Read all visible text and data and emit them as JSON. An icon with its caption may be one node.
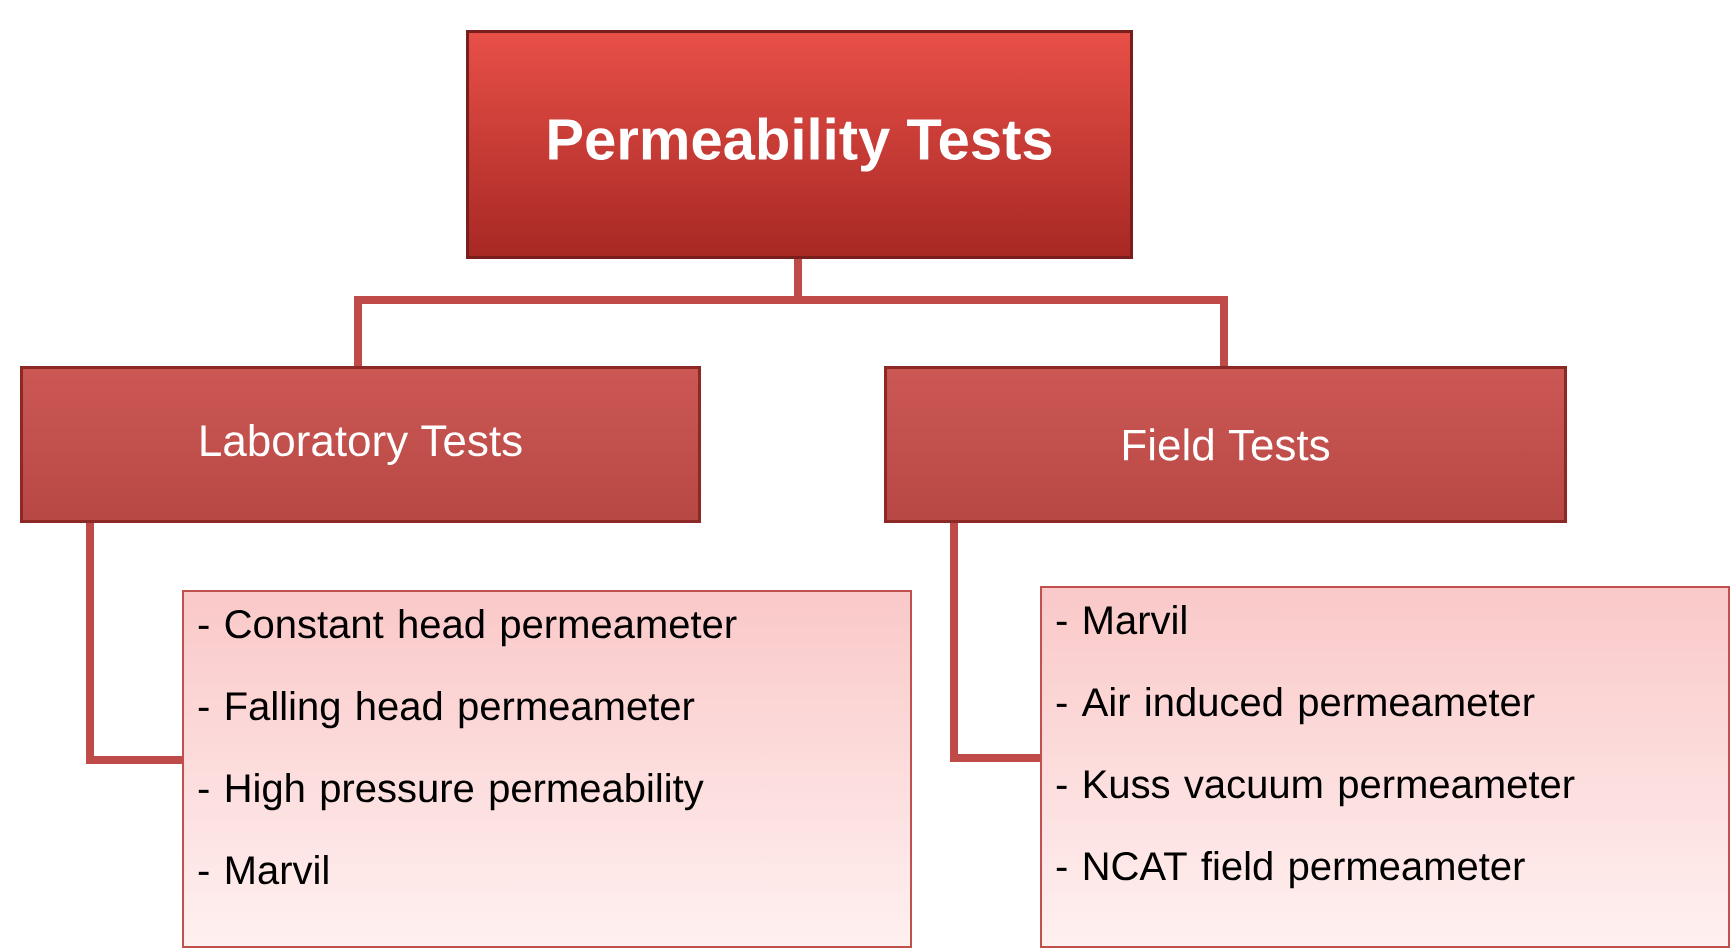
{
  "diagram": {
    "nodes": [
      {
        "text": [
          "Permeability Tests"
        ]
      },
      {
        "text": [
          "Laboratory Tests"
        ]
      },
      {
        "text": [
          "Field Tests"
        ]
      },
      {
        "text": [
          "- Constant head permeameter",
          "- Falling head permeameter",
          "- High pressure permeability",
          "- Marvil"
        ]
      },
      {
        "text": [
          "- Marvil",
          "- Air induced permeameter",
          "- Kuss vacuum permeameter",
          "- NCAT field permeameter"
        ]
      }
    ],
    "edges": [
      {
        "from": 0,
        "to": 1,
        "arrow": "none"
      },
      {
        "from": 0,
        "to": 2,
        "arrow": "none"
      },
      {
        "from": 1,
        "to": 3,
        "arrow": "none"
      },
      {
        "from": 2,
        "to": 4,
        "arrow": "none"
      }
    ]
  }
}
